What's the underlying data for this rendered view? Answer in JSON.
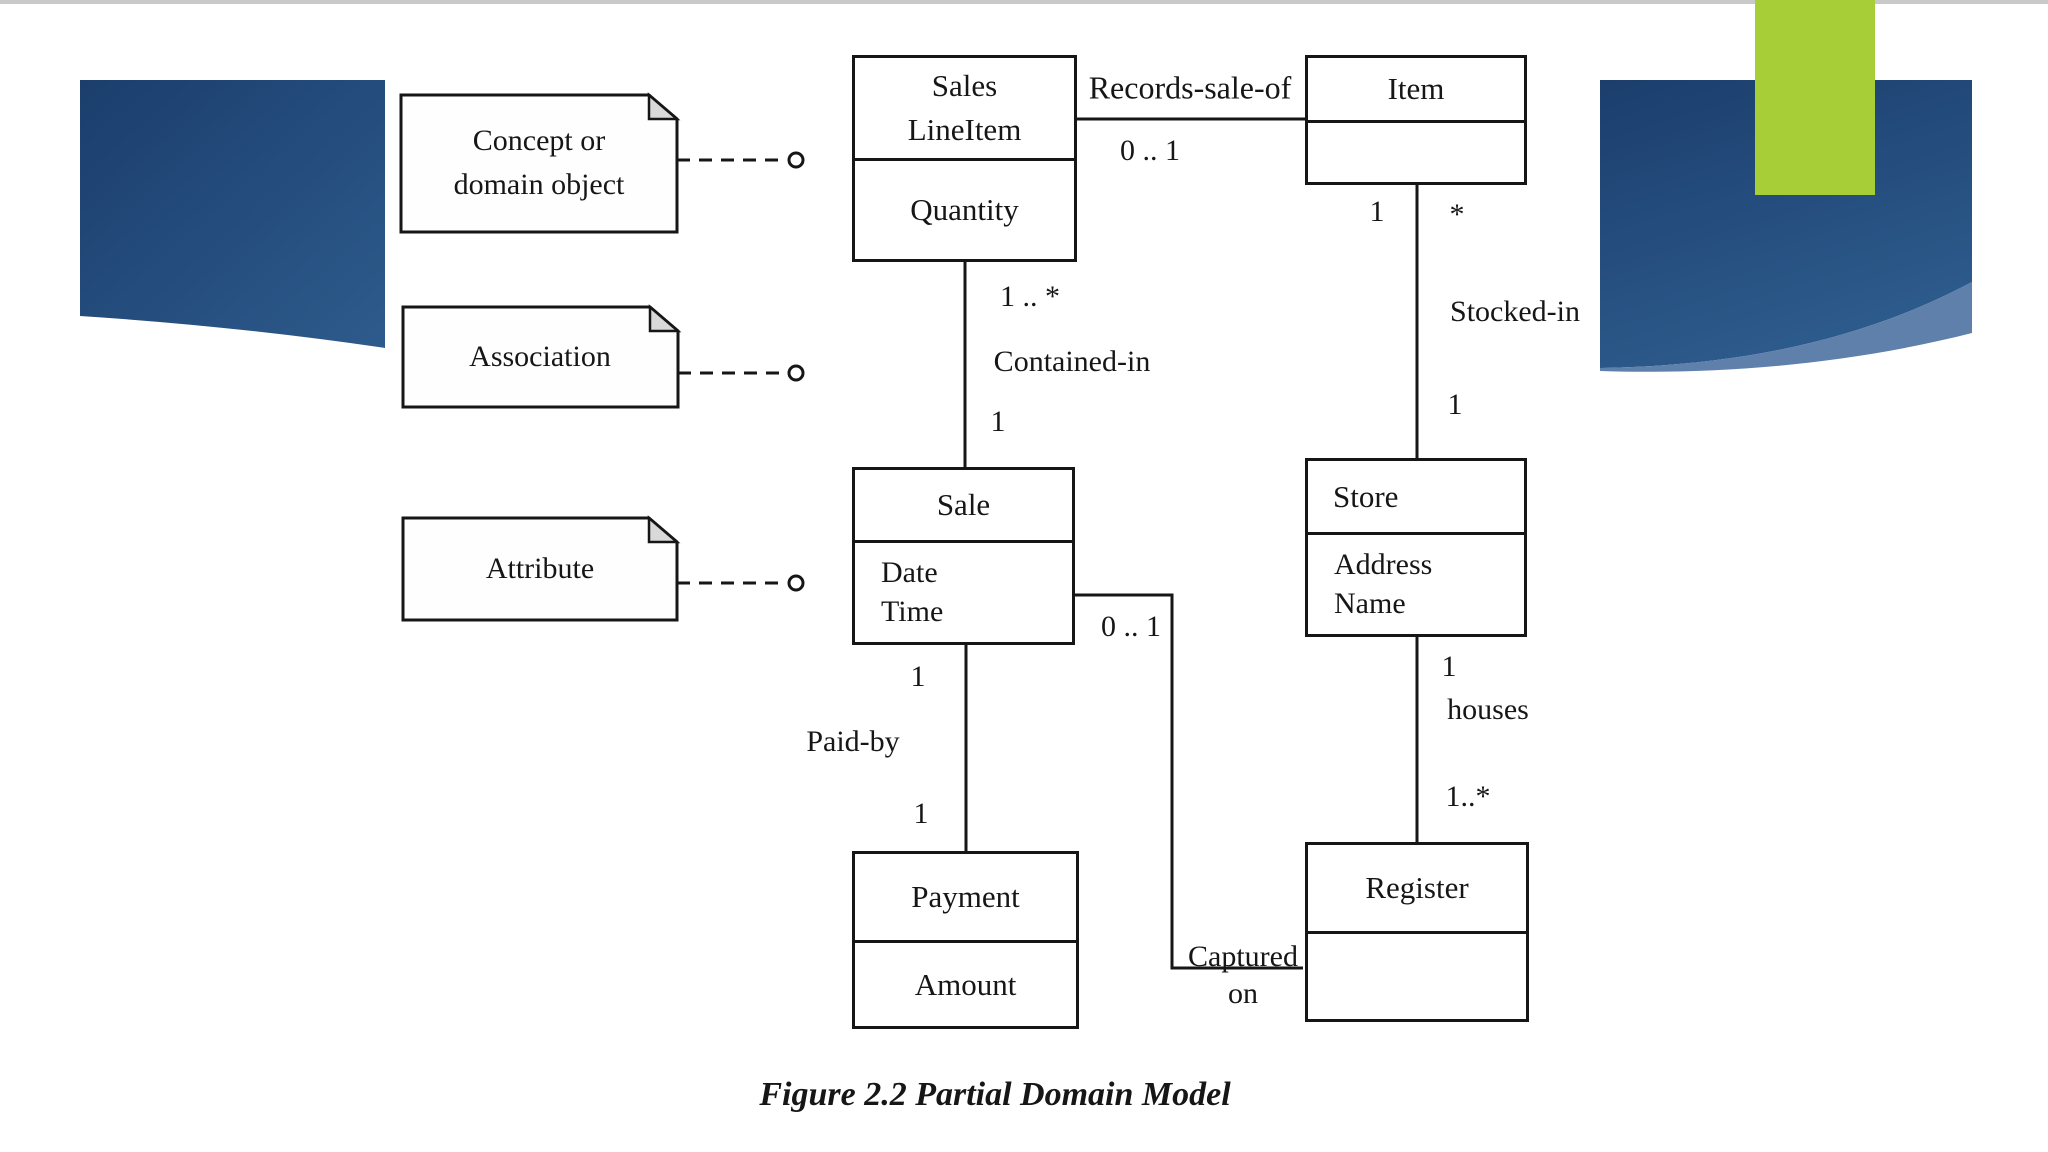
{
  "colors": {
    "accent_green": "#a7cd37",
    "navy_top": "#1b3e6d",
    "navy_bottom": "#2d5b8c",
    "navy_band": "#5e80ab",
    "hairline": "#c9c9c9",
    "ink": "#161616",
    "note_fold": "#d9d9d9",
    "paper": "#ffffff"
  },
  "caption": "Figure 2.2 Partial Domain Model",
  "notes": {
    "concept": {
      "line1": "Concept or",
      "line2": "domain object"
    },
    "association": {
      "label": "Association"
    },
    "attribute": {
      "label": "Attribute"
    }
  },
  "classes": {
    "sales_lineitem": {
      "title1": "Sales",
      "title2": "LineItem",
      "attr1": "Quantity"
    },
    "item": {
      "title": "Item"
    },
    "sale": {
      "title": "Sale",
      "attr1": "Date",
      "attr2": "Time"
    },
    "store": {
      "title": "Store",
      "attr1": "Address",
      "attr2": "Name"
    },
    "payment": {
      "title": "Payment",
      "attr1": "Amount"
    },
    "register": {
      "title": "Register"
    }
  },
  "labels": {
    "records_sale_of": "Records-sale-of",
    "records_mult": "0 .. 1",
    "item_mult_one": "1",
    "item_mult_many": "*",
    "stocked_in": "Stocked-in",
    "stocked_mult_store": "1",
    "lineitem_mult": "1 .. *",
    "contained_in": "Contained-in",
    "contained_mult_sale": "1",
    "sale_mult_paid": "1",
    "paid_by": "Paid-by",
    "payment_mult": "1",
    "captured_mult": "0 .. 1",
    "captured_line1": "Captured",
    "captured_line2": "on",
    "houses_mult_store": "1",
    "houses_label": "houses",
    "houses_mult_register": "1..*"
  }
}
